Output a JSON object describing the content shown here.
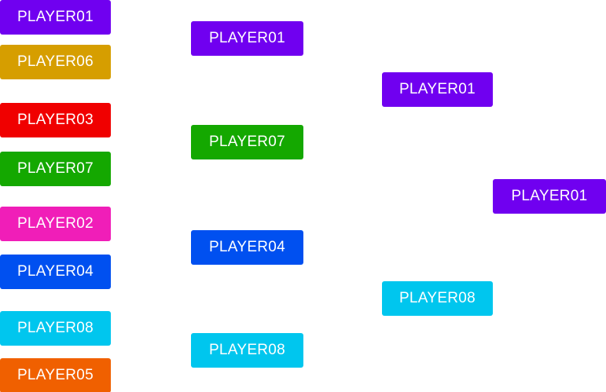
{
  "colors": {
    "PLAYER01": "#7000f0",
    "PLAYER06": "#d69e00",
    "PLAYER03": "#f00000",
    "PLAYER07": "#14a800",
    "PLAYER02": "#f01eb8",
    "PLAYER04": "#0050f0",
    "PLAYER08": "#00c6ee",
    "PLAYER05": "#f06000"
  },
  "bracket": {
    "round1": [
      {
        "name": "PLAYER01"
      },
      {
        "name": "PLAYER06"
      },
      {
        "name": "PLAYER03"
      },
      {
        "name": "PLAYER07"
      },
      {
        "name": "PLAYER02"
      },
      {
        "name": "PLAYER04"
      },
      {
        "name": "PLAYER08"
      },
      {
        "name": "PLAYER05"
      }
    ],
    "round2": [
      {
        "name": "PLAYER01"
      },
      {
        "name": "PLAYER07"
      },
      {
        "name": "PLAYER04"
      },
      {
        "name": "PLAYER08"
      }
    ],
    "round3": [
      {
        "name": "PLAYER01"
      },
      {
        "name": "PLAYER08"
      }
    ],
    "champion": {
      "name": "PLAYER01"
    }
  }
}
